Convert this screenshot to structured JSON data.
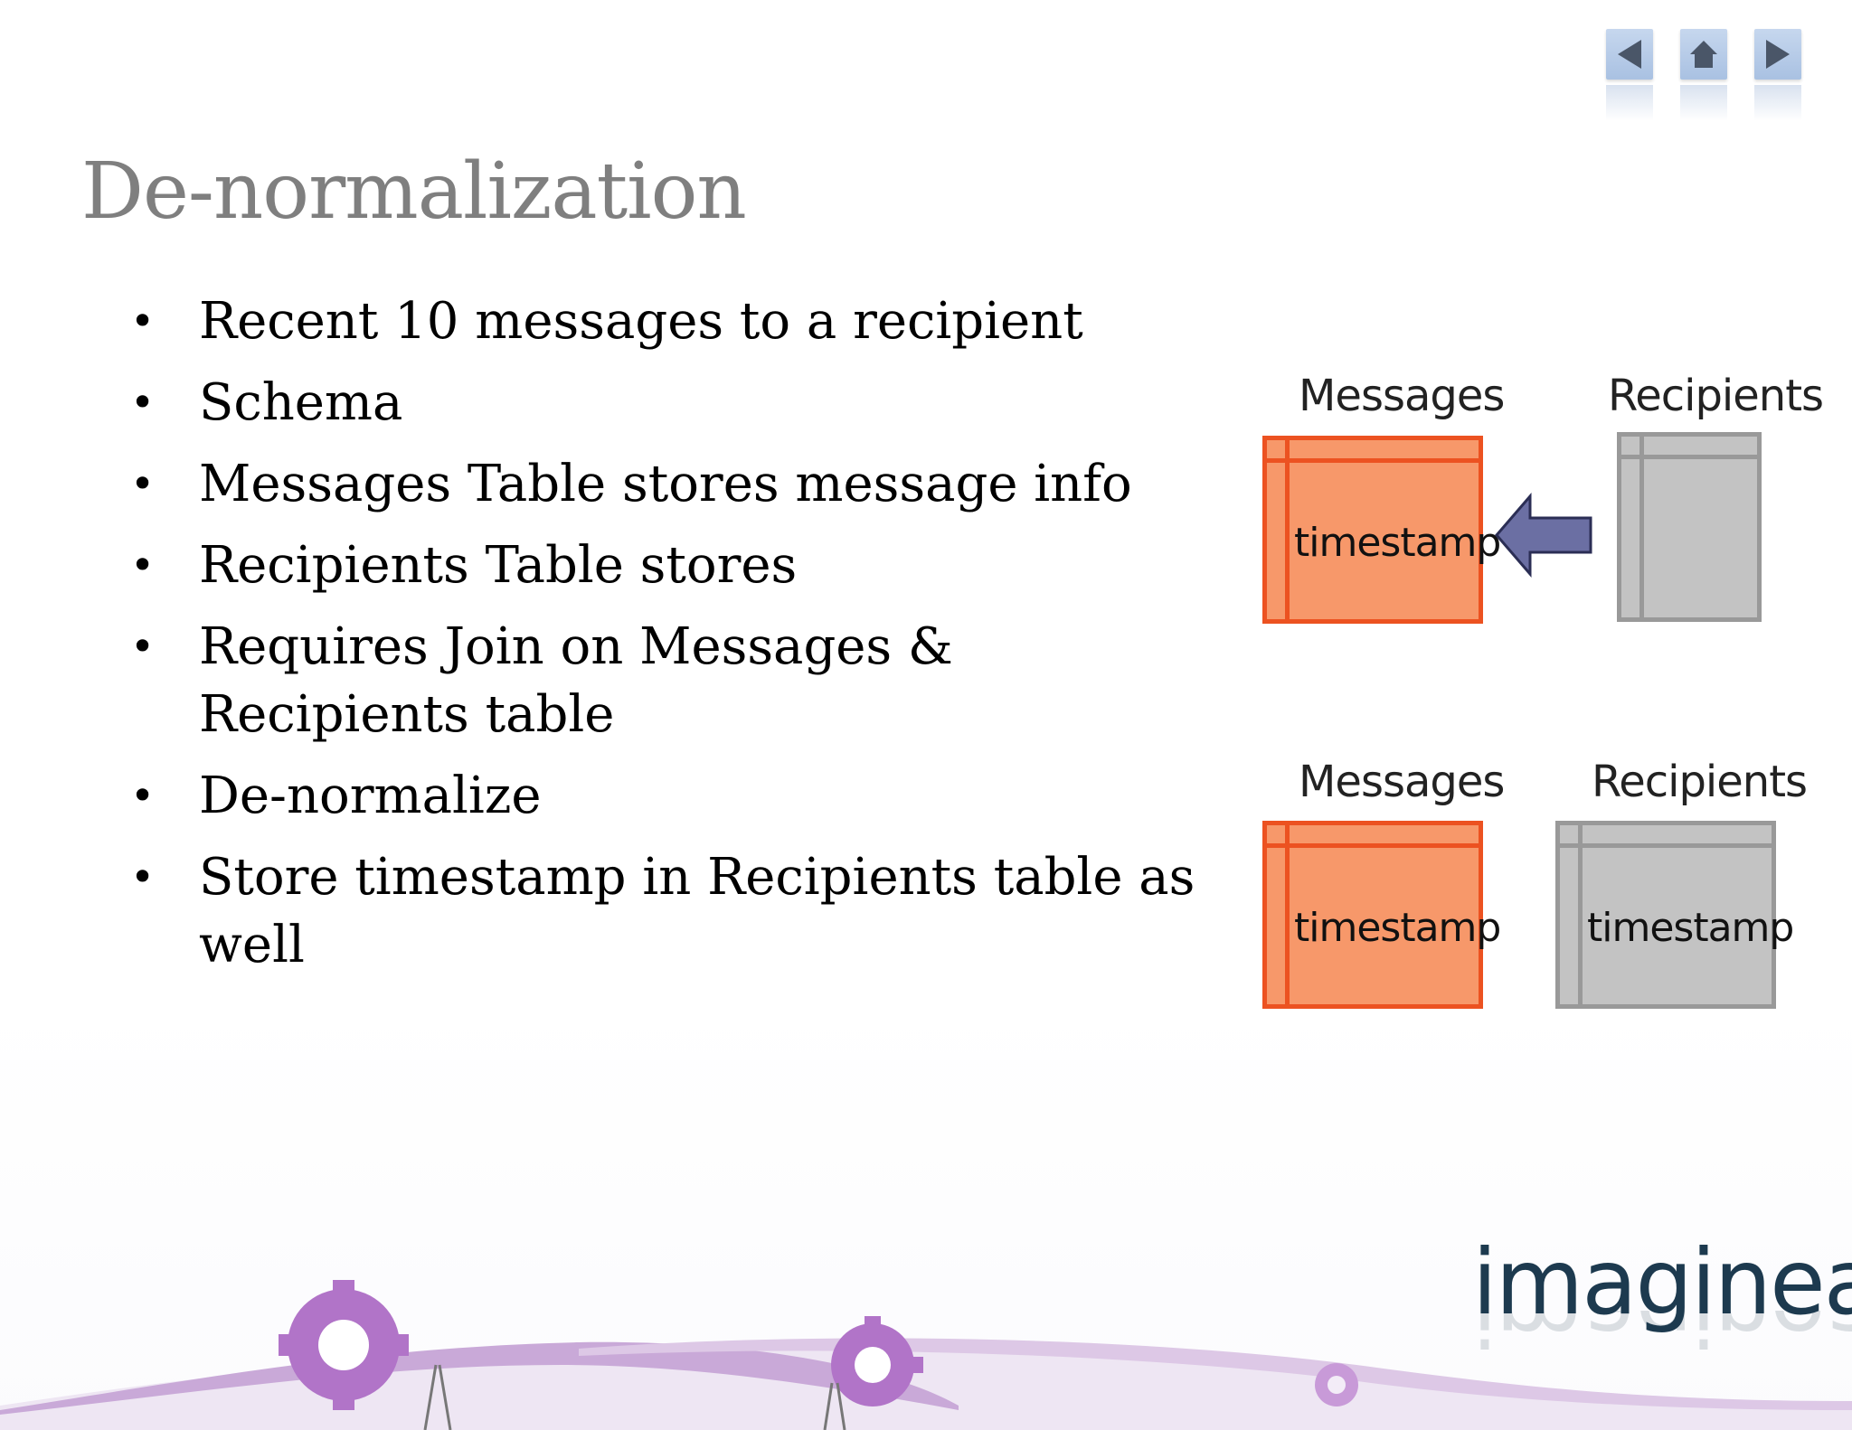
{
  "nav": {
    "prev_icon": "previous-slide-icon",
    "home_icon": "home-icon",
    "next_icon": "next-slide-icon"
  },
  "slide": {
    "title": "De-normalization",
    "bullets": [
      "Recent 10 messages to a recipient",
      "Schema",
      "Messages Table stores message info",
      "Recipients Table stores",
      "Requires Join on Messages & Recipients table",
      "De-normalize",
      "Store timestamp in Recipients table as well"
    ]
  },
  "diagram": {
    "top": {
      "messages_label": "Messages",
      "recipients_label": "Recipients",
      "messages_field": "timestamp",
      "arrow_icon": "left-arrow-icon"
    },
    "bottom": {
      "messages_label": "Messages",
      "recipients_label": "Recipients",
      "messages_field": "timestamp",
      "recipients_field": "timestamp"
    },
    "colors": {
      "orange_fill": "#f7986a",
      "orange_border": "#ec5221",
      "gray_fill": "#c3c3c3",
      "gray_border": "#999999",
      "arrow_fill": "#6b6fa3"
    }
  },
  "branding": {
    "logo_text": "imaginea"
  }
}
